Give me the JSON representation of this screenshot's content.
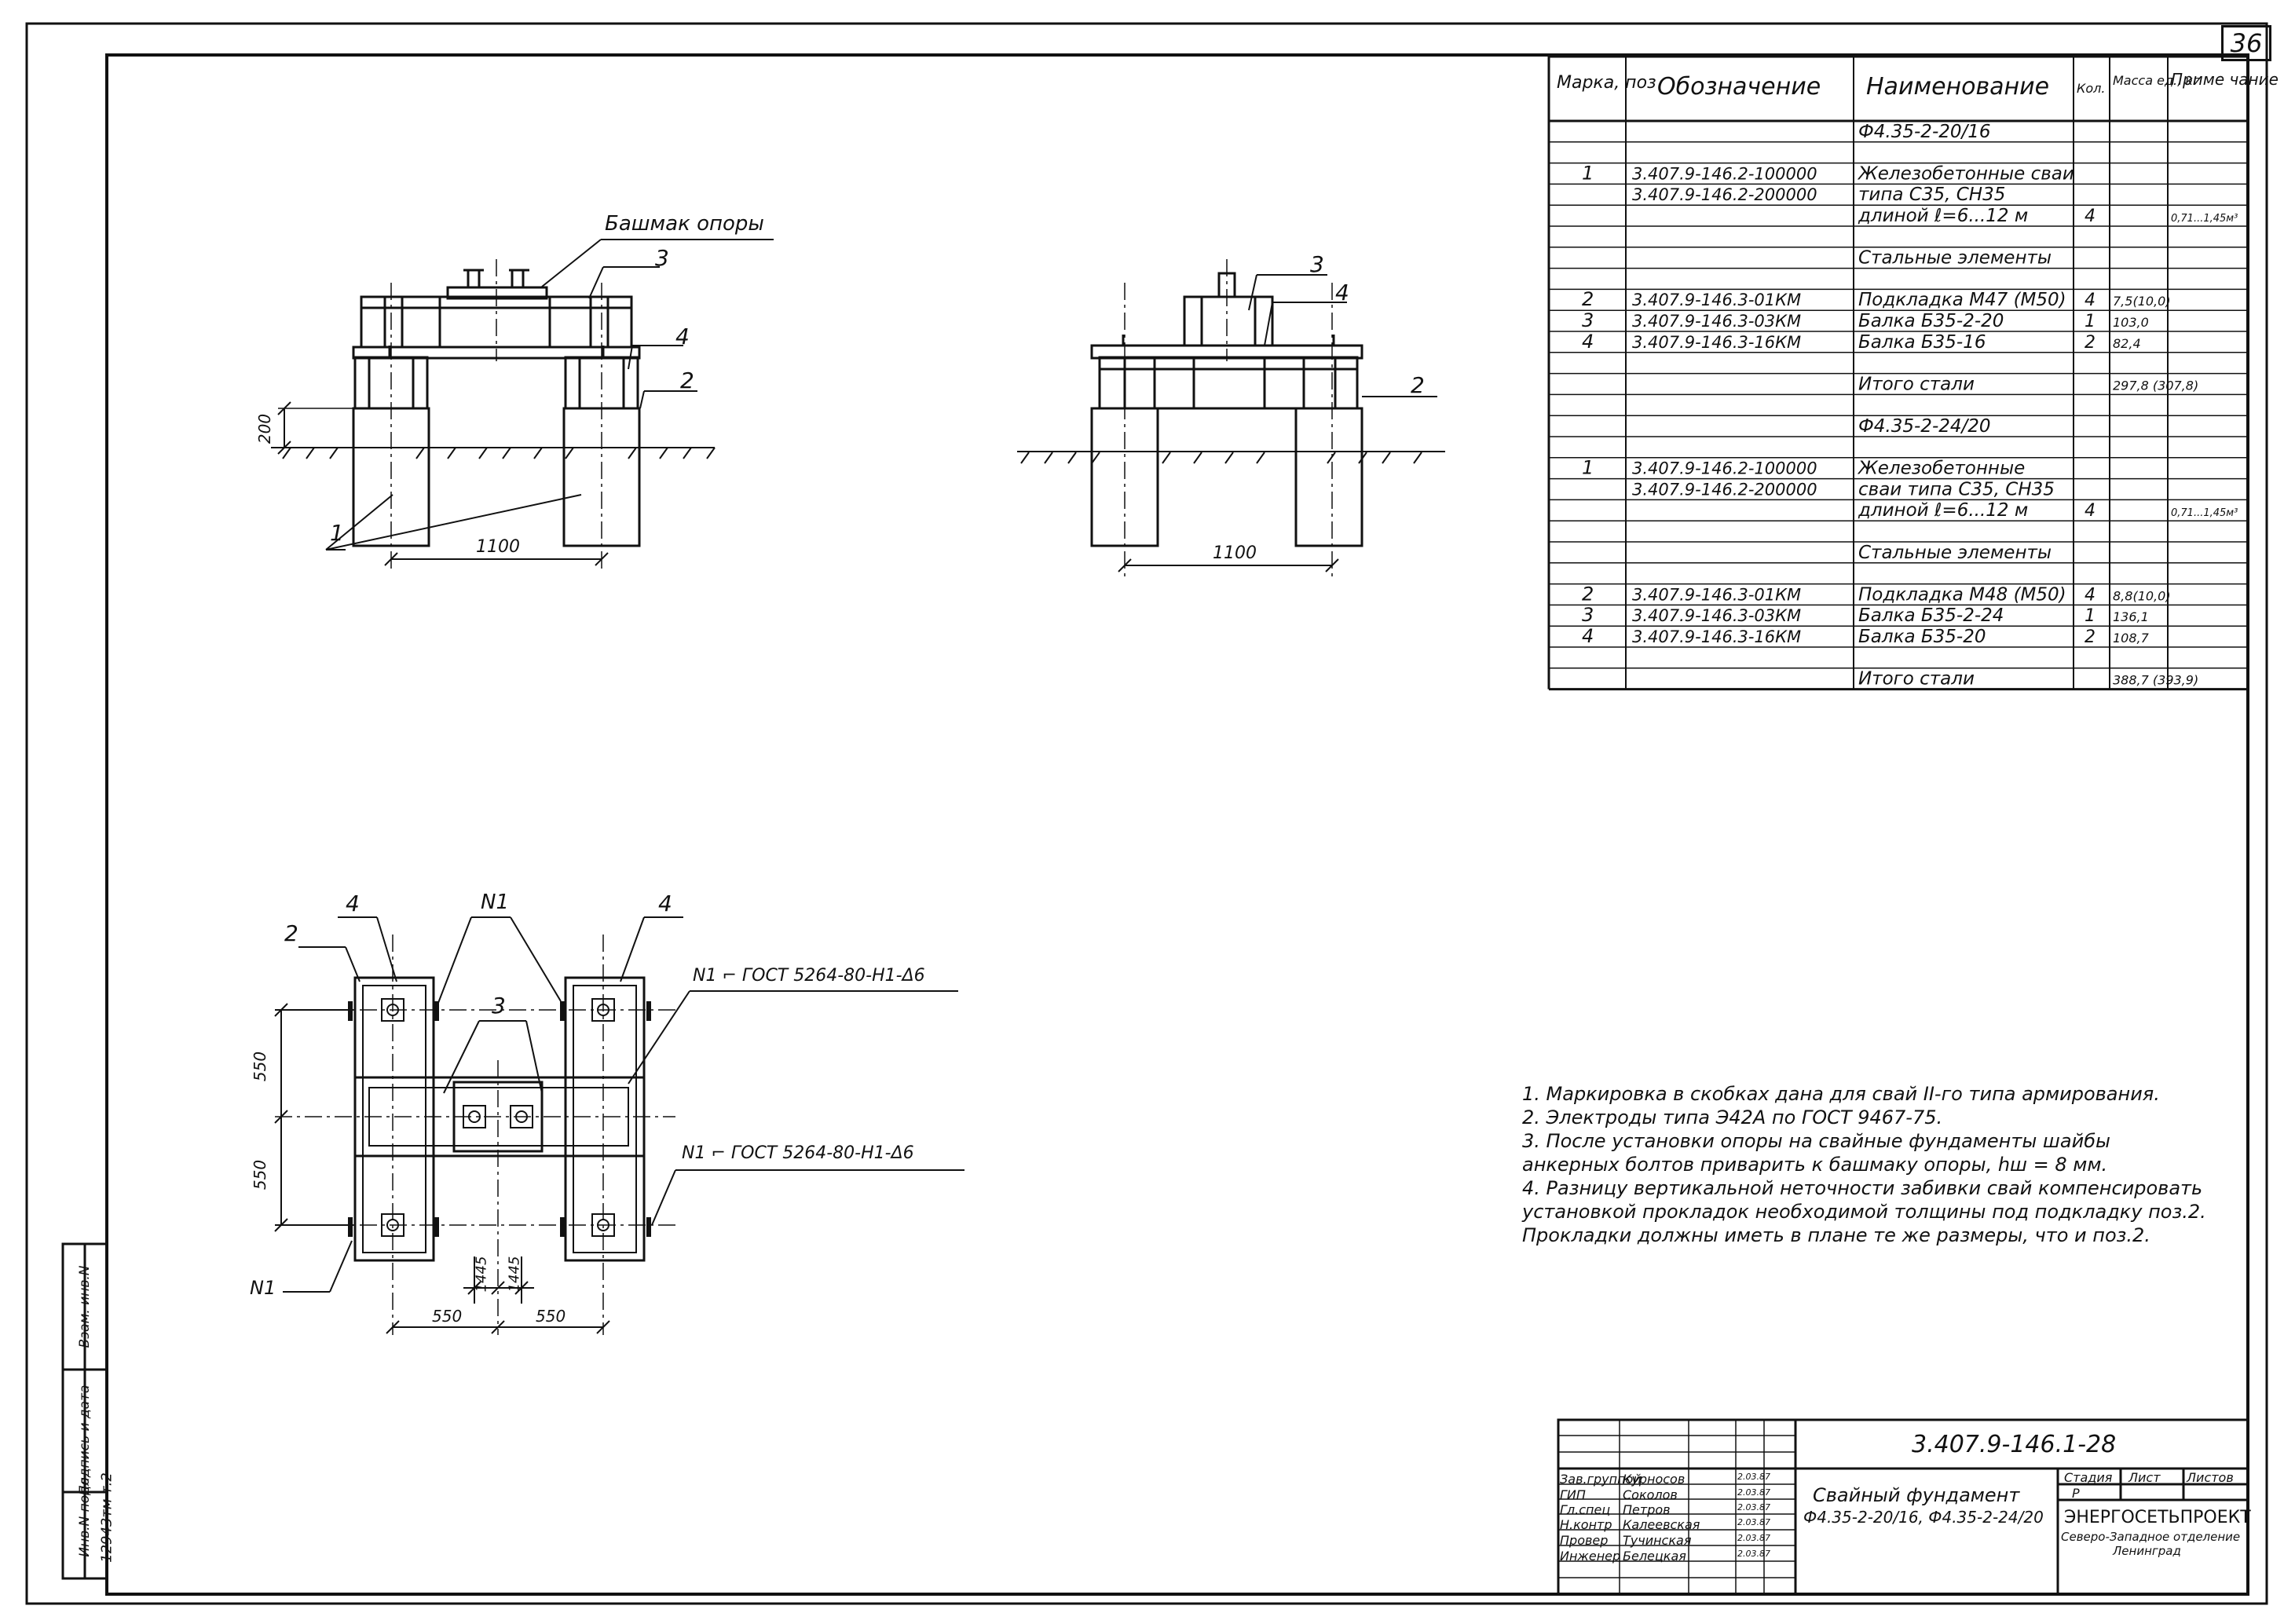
{
  "sheet_number": "36",
  "spec_table": {
    "headers": {
      "mark": "Марка, поз",
      "designation": "Обозначение",
      "name": "Наименование",
      "qty": "Кол.",
      "mass": "Масса ед., кг",
      "note": "Приме чание"
    },
    "rows": [
      {
        "mark": "",
        "designation": "",
        "name": "Ф4.35-2-20/16",
        "qty": "",
        "mass": "",
        "note": ""
      },
      {
        "mark": "",
        "designation": "",
        "name": "",
        "qty": "",
        "mass": "",
        "note": ""
      },
      {
        "mark": "1",
        "designation": "3.407.9-146.2-100000",
        "name": "Железобетонные сваи",
        "qty": "",
        "mass": "",
        "note": ""
      },
      {
        "mark": "",
        "designation": "3.407.9-146.2-200000",
        "name": "типа С35, СН35",
        "qty": "",
        "mass": "",
        "note": ""
      },
      {
        "mark": "",
        "designation": "",
        "name": "длиной ℓ=6...12 м",
        "qty": "4",
        "mass": "",
        "note": "0,71...1,45м³"
      },
      {
        "mark": "",
        "designation": "",
        "name": "",
        "qty": "",
        "mass": "",
        "note": ""
      },
      {
        "mark": "",
        "designation": "",
        "name": "Стальные элементы",
        "qty": "",
        "mass": "",
        "note": ""
      },
      {
        "mark": "",
        "designation": "",
        "name": "",
        "qty": "",
        "mass": "",
        "note": ""
      },
      {
        "mark": "2",
        "designation": "3.407.9-146.3-01КМ",
        "name": "Подкладка М47 (М50)",
        "qty": "4",
        "mass": "7,5(10,0)",
        "note": ""
      },
      {
        "mark": "3",
        "designation": "3.407.9-146.3-03КМ",
        "name": "Балка Б35-2-20",
        "qty": "1",
        "mass": "103,0",
        "note": ""
      },
      {
        "mark": "4",
        "designation": "3.407.9-146.3-16КМ",
        "name": "Балка Б35-16",
        "qty": "2",
        "mass": "82,4",
        "note": ""
      },
      {
        "mark": "",
        "designation": "",
        "name": "",
        "qty": "",
        "mass": "",
        "note": ""
      },
      {
        "mark": "",
        "designation": "",
        "name": "Итого стали",
        "qty": "",
        "mass": "297,8 (307,8)",
        "note": ""
      },
      {
        "mark": "",
        "designation": "",
        "name": "",
        "qty": "",
        "mass": "",
        "note": ""
      },
      {
        "mark": "",
        "designation": "",
        "name": "Ф4.35-2-24/20",
        "qty": "",
        "mass": "",
        "note": ""
      },
      {
        "mark": "",
        "designation": "",
        "name": "",
        "qty": "",
        "mass": "",
        "note": ""
      },
      {
        "mark": "1",
        "designation": "3.407.9-146.2-100000",
        "name": "Железобетонные",
        "qty": "",
        "mass": "",
        "note": ""
      },
      {
        "mark": "",
        "designation": "3.407.9-146.2-200000",
        "name": "сваи типа С35, СН35",
        "qty": "",
        "mass": "",
        "note": ""
      },
      {
        "mark": "",
        "designation": "",
        "name": "длиной ℓ=6...12 м",
        "qty": "4",
        "mass": "",
        "note": "0,71...1,45м³"
      },
      {
        "mark": "",
        "designation": "",
        "name": "",
        "qty": "",
        "mass": "",
        "note": ""
      },
      {
        "mark": "",
        "designation": "",
        "name": "Стальные элементы",
        "qty": "",
        "mass": "",
        "note": ""
      },
      {
        "mark": "",
        "designation": "",
        "name": "",
        "qty": "",
        "mass": "",
        "note": ""
      },
      {
        "mark": "2",
        "designation": "3.407.9-146.3-01КМ",
        "name": "Подкладка М48 (М50)",
        "qty": "4",
        "mass": "8,8(10,0)",
        "note": ""
      },
      {
        "mark": "3",
        "designation": "3.407.9-146.3-03КМ",
        "name": "Балка Б35-2-24",
        "qty": "1",
        "mass": "136,1",
        "note": ""
      },
      {
        "mark": "4",
        "designation": "3.407.9-146.3-16КМ",
        "name": "Балка Б35-20",
        "qty": "2",
        "mass": "108,7",
        "note": ""
      },
      {
        "mark": "",
        "designation": "",
        "name": "",
        "qty": "",
        "mass": "",
        "note": ""
      },
      {
        "mark": "",
        "designation": "",
        "name": "Итого стали",
        "qty": "",
        "mass": "388,7 (393,9)",
        "note": ""
      }
    ]
  },
  "drawing_labels": {
    "shoe": "Башмак опоры",
    "dim_200": "200",
    "dim_1100": "1100",
    "dim_550": "550",
    "dim_1445": "1445",
    "pos1": "1",
    "pos2": "2",
    "pos3": "3",
    "pos4": "4",
    "weld_n1": "N1",
    "weld_spec": "N1 ⌐ ГОСТ 5264-80-Н1-Δ6"
  },
  "notes": [
    "1. Маркировка в скобках дана для свай II-го типа армирования.",
    "2. Электроды типа Э42А по ГОСТ 9467-75.",
    "3. После установки опоры на свайные фундаменты шайбы анкерных болтов приварить к башмаку опоры, hш = 8 мм.",
    "4. Разницу вертикальной неточности забивки свай компенсировать установкой прокладок необходимой толщины под подкладку поз.2. Прокладки должны иметь в плане те же размеры, что и поз.2."
  ],
  "side_stamp": {
    "cells": [
      "Инв.N подл",
      "Подпись и дата",
      "Взам. инв.N"
    ],
    "value": "12943тм т.2"
  },
  "title_block": {
    "code": "3.407.9-146.1-28",
    "roles": [
      {
        "role": "Зав.группой",
        "name": "Курносов",
        "date": "2.03.87"
      },
      {
        "role": "ГИП",
        "name": "Соколов",
        "date": "2.03.87"
      },
      {
        "role": "Гл.спец",
        "name": "Петров",
        "date": "2.03.87"
      },
      {
        "role": "Н.контр",
        "name": "Калеевская",
        "date": "2.03.87"
      },
      {
        "role": "Провер",
        "name": "Тучинская",
        "date": "2.03.87"
      },
      {
        "role": "Инженер",
        "name": "Белецкая",
        "date": "2.03.87"
      }
    ],
    "title_line1": "Свайный фундамент",
    "title_line2": "Ф4.35-2-20/16, Ф4.35-2-24/20",
    "stage_label": "Стадия",
    "sheet_label": "Лист",
    "sheets_label": "Листов",
    "stage_value": "Р",
    "org_line1": "ЭНЕРГОСЕТЬПРОЕКТ",
    "org_line2": "Северо-Западное отделение",
    "org_line3": "Ленинград"
  }
}
